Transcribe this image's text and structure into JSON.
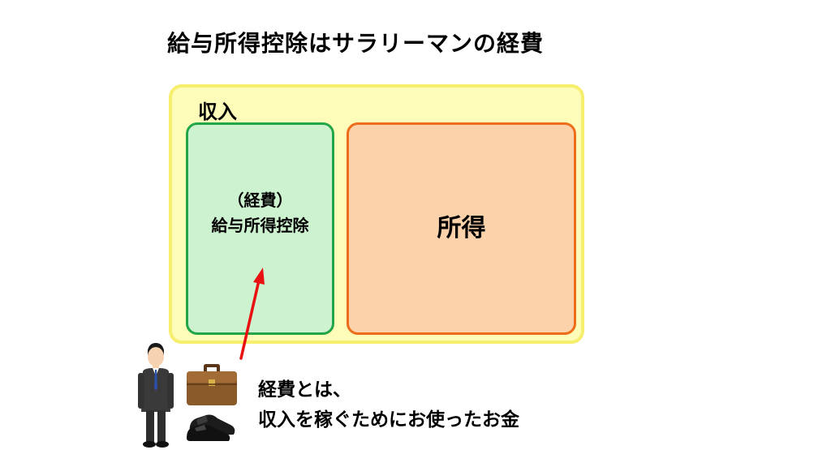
{
  "title": "給与所得控除はサラリーマンの経費",
  "income": {
    "label": "収入"
  },
  "expense": {
    "line1": "（経費）",
    "line2": "給与所得控除"
  },
  "profit": {
    "label": "所得"
  },
  "note": {
    "line1": "経費とは、",
    "line2": "収入を稼ぐためにお使ったお金"
  },
  "icons": {
    "person": "businessman-icon",
    "bag": "briefcase-icon",
    "shoes": "shoes-icon"
  },
  "colors": {
    "income_fill": "#fdfcb8",
    "income_border": "#f7ee6e",
    "expense_fill": "#cdf2cf",
    "expense_border": "#23a647",
    "profit_fill": "#fbd2aa",
    "profit_border": "#ee6d1a",
    "arrow": "#e81010"
  }
}
